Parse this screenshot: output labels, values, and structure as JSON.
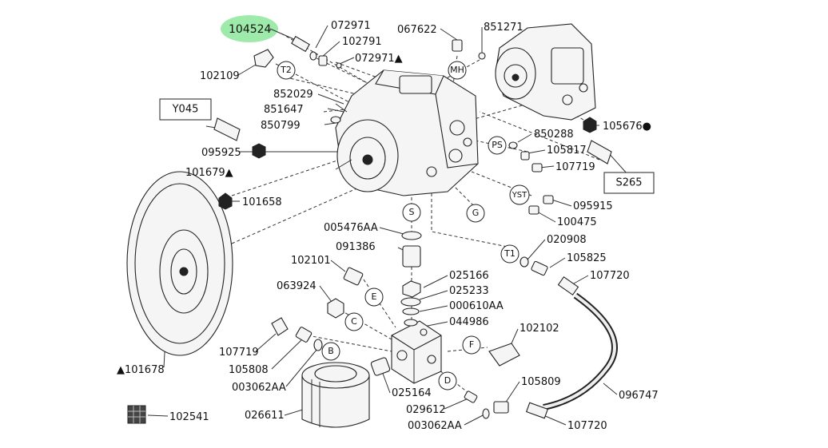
{
  "highlight_color": "#4cd964",
  "part_labels": {
    "p104524": "104524",
    "p072971a": "072971",
    "p102791": "102791",
    "p072971b": "072971▲",
    "p102109": "102109",
    "p067622": "067622",
    "p851271": "851271",
    "p852029": "852029",
    "p851647": "851647",
    "p850799": "850799",
    "p095925": "095925",
    "p101679": "101679▲",
    "p101658": "101658",
    "p105676": "105676●",
    "p850288": "850288",
    "p105817": "105817",
    "p107719a": "107719",
    "p095915": "095915",
    "p100475": "100475",
    "p005476AA": "005476AA",
    "p091386": "091386",
    "p020908": "020908",
    "p105825": "105825",
    "p107720a": "107720",
    "p102101": "102101",
    "p025166": "025166",
    "p025233": "025233",
    "p063924": "063924",
    "p000610AA": "000610AA",
    "p044986": "044986",
    "p102102": "102102",
    "p107719b": "107719",
    "p105808": "105808",
    "p003062AAa": "003062AA",
    "p101678": "▲101678",
    "p025164": "025164",
    "p105809": "105809",
    "p029612": "029612",
    "p003062AAb": "003062AA",
    "p096747": "096747",
    "p107720b": "107720",
    "p026611": "026611",
    "p102541": "102541"
  },
  "port_markers": {
    "T2": "T2",
    "MH": "MH",
    "PS": "PS",
    "YST": "YST",
    "S": "S",
    "G": "G",
    "T1": "T1",
    "E": "E",
    "C": "C",
    "B": "B",
    "F": "F",
    "D": "D"
  },
  "boxed_labels": {
    "Y045": "Y045",
    "S265": "S265"
  }
}
